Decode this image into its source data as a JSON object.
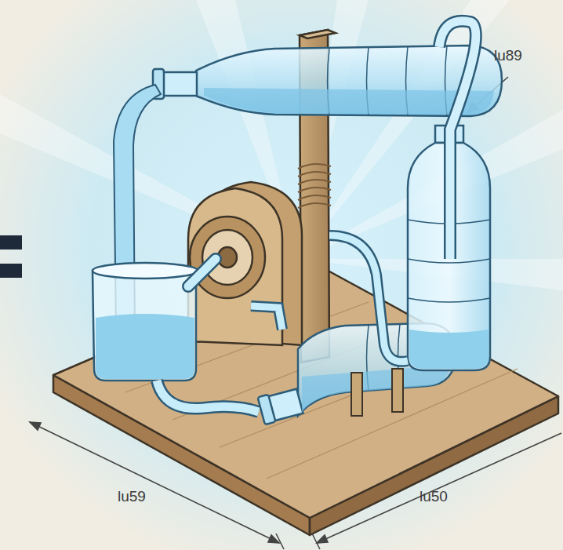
{
  "diagram": {
    "labels": [
      "lu89",
      "lu59",
      "lu50"
    ]
  }
}
